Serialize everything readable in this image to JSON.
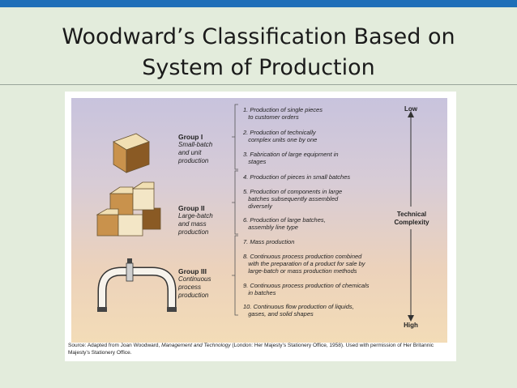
{
  "slide": {
    "title_line1": "Woodward’s Classification Based on",
    "title_line2": "System of Production"
  },
  "figure": {
    "groups": [
      {
        "name": "Group I",
        "desc": [
          "Small-batch",
          "and unit",
          "production"
        ]
      },
      {
        "name": "Group II",
        "desc": [
          "Large-batch",
          "and mass",
          "production"
        ]
      },
      {
        "name": "Group III",
        "desc": [
          "Continuous",
          "process",
          "production"
        ]
      }
    ],
    "items": [
      [
        "1. Production of single pieces",
        "to customer orders"
      ],
      [
        "2. Production of technically",
        "complex units one by one"
      ],
      [
        "3. Fabrication of large equipment in",
        "stages"
      ],
      [
        "4. Production of pieces in small batches"
      ],
      [
        "5. Production of components in large",
        "batches subsequently assembled",
        "diversely"
      ],
      [
        "6. Production of large batches,",
        "assembly line type"
      ],
      [
        "7. Mass production"
      ],
      [
        "8. Continuous process production combined",
        "with the preparation of a product for sale by",
        "large-batch or mass production methods"
      ],
      [
        "9. Continuous process production of chemicals",
        "in batches"
      ],
      [
        "10. Continuous flow production of liquids,",
        "gases, and solid shapes"
      ]
    ],
    "axis": {
      "top": "Low",
      "bottom": "High",
      "label_line1": "Technical",
      "label_line2": "Complexity"
    },
    "source": {
      "prefix": "Source: Adapted from Joan Woodward, ",
      "book": "Management and Technology",
      "suffix": " (London: Her Majesty’s Stationery Office, 1958). Used with permission of Her Britannic Majesty’s Stationery Office."
    }
  }
}
